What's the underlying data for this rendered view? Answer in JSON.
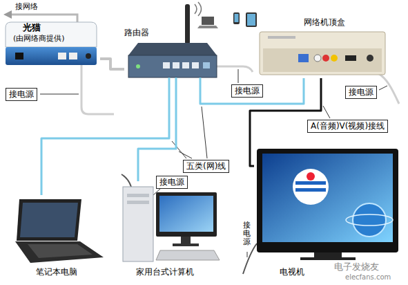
{
  "diagram": {
    "nodes": [
      {
        "text": [
          "光猫",
          "(由网络商提供)"
        ]
      },
      {
        "text": [
          "路由器"
        ]
      },
      {
        "text": [
          "网络机顶盒"
        ]
      },
      {
        "text": [
          "接电源"
        ]
      },
      {
        "text": [
          "接电源"
        ]
      },
      {
        "text": [
          "接电源"
        ]
      },
      {
        "text": [
          "A(音频)V(视频)接线"
        ]
      },
      {
        "text": [
          "五类(网)线"
        ]
      },
      {
        "text": [
          "接电源"
        ]
      },
      {
        "text": [
          "笔记本电脑"
        ]
      },
      {
        "text": [
          "家用台式计算机"
        ]
      },
      {
        "text": [
          "电视机"
        ]
      },
      {
        "text": [
          "接电源"
        ]
      }
    ],
    "edges": [
      {
        "from": 0,
        "to": 1,
        "arrow": "none"
      },
      {
        "from": 1,
        "to": 9,
        "arrow": "none"
      },
      {
        "from": 1,
        "to": 10,
        "arrow": "none"
      },
      {
        "from": 1,
        "to": 2,
        "arrow": "none"
      },
      {
        "from": 2,
        "to": 11,
        "arrow": "none"
      }
    ],
    "labels": [
      "接网络",
      "电子发烧友",
      "elecfans.com"
    ]
  }
}
